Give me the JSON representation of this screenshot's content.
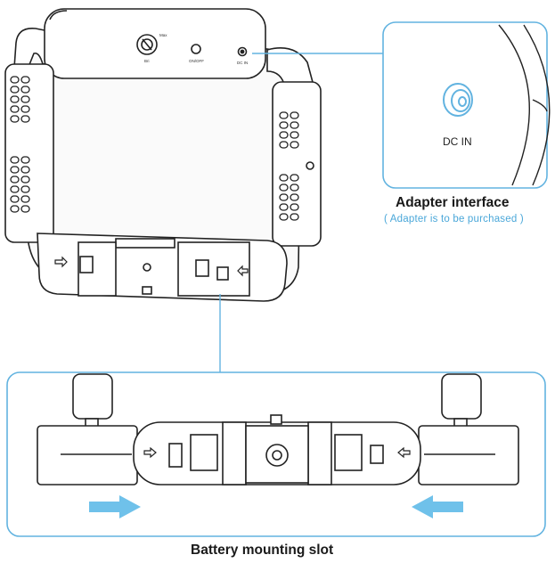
{
  "panel_labels": {
    "dial_label": "Bri",
    "dial_label_2": "Max",
    "switch_label": "ON/OFF",
    "dc_label": "DC IN"
  },
  "callout_adapter": {
    "port_label": "DC IN",
    "title": "Adapter interface",
    "subtitle": "( Adapter is to be purchased )"
  },
  "callout_battery": {
    "title": "Battery mounting slot"
  },
  "colors": {
    "accent": "#62b3e0",
    "arrow": "#6fc1ea",
    "outline": "#222222"
  }
}
